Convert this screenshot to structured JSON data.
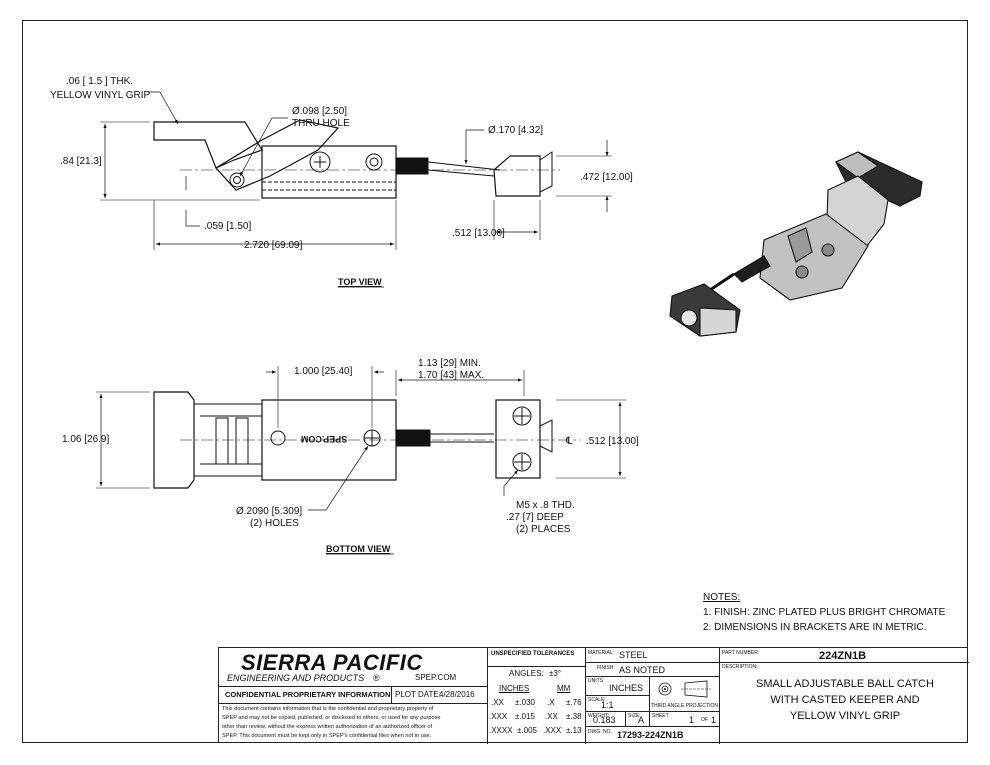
{
  "top_view": {
    "title": "TOP VIEW",
    "grip_note_1": ".06 [ 1.5 ] THK.",
    "grip_note_2": "YELLOW VINYL GRIP",
    "hole_note_1": "Ø.098 [2.50]",
    "hole_note_2": "THRU HOLE",
    "dim_height": ".84 [21.3]",
    "dim_offset": ".059 [1.50]",
    "dim_length": "2.720 [69.09]",
    "dim_rod": "Ø.170 [4.32]",
    "dim_keeper_h": ".472 [12.00]",
    "dim_keeper_w": ".512 [13.00]"
  },
  "bottom_view": {
    "title": "BOTTOM VIEW",
    "dim_spacing": "1.000 [25.40]",
    "dim_min": "1.13 [29] MIN.",
    "dim_max": "1.70 [43] MAX.",
    "dim_width": "1.06 [26.9]",
    "centerline": "℄",
    "dim_keeper": ".512 [13.00]",
    "holes_1": "Ø.2090 [5.309]",
    "holes_2": "(2) HOLES",
    "thread_1": "M5 x .8 THD.",
    "thread_2": ".27 [7] DEEP",
    "thread_3": "(2) PLACES",
    "engraving": "SPEP.COM"
  },
  "notes": {
    "heading": "NOTES:",
    "items": [
      "1.  FINISH: ZINC PLATED PLUS BRIGHT CHROMATE",
      "2.  DIMENSIONS IN BRACKETS ARE IN METRIC."
    ]
  },
  "title_block": {
    "company": "SIERRA PACIFIC",
    "tagline": "ENGINEERING AND PRODUCTS",
    "registered": "®",
    "website": "SPEP.COM",
    "confidential_label": "CONFIDENTIAL PROPRIETARY INFORMATION",
    "plot_date_label": "PLOT DATE:",
    "plot_date": "4/28/2016",
    "disclaimer_1": "This document contains information that is the confidential and proprietary property of",
    "disclaimer_2": "SPEP and may not be copied, published, or disclosed to others, or used for any purpose",
    "disclaimer_3": "other than review, without the express written authorization of an authorized officer of",
    "disclaimer_4": "SPEP. This document must be kept only in SPEP's confidential files when not in use.",
    "tolerances_label": "UNSPECIFIED TOLERANCES",
    "angles_label": "ANGLES:",
    "angles_value": "±3°",
    "inches_hdr": "INCHES",
    "mm_hdr": "MM",
    "tol_rows": [
      {
        "in_fmt": ".XX",
        "in_tol": "±.030",
        "mm_fmt": ".X",
        "mm_tol": "±.76"
      },
      {
        "in_fmt": ".XXX",
        "in_tol": "±.015",
        "mm_fmt": ".XX",
        "mm_tol": "±.38"
      },
      {
        "in_fmt": ".XXXX",
        "in_tol": "±.005",
        "mm_fmt": ".XXX",
        "mm_tol": "±.13"
      }
    ],
    "material_label": "MATERIAL:",
    "material": "STEEL",
    "finish_label": "FINISH:",
    "finish": "AS NOTED",
    "units_label": "UNITS:",
    "units": "INCHES",
    "projection": "THIRD ANGLE PROJECTION",
    "scale_label": "SCALE:",
    "scale": "1:1",
    "weight_label": "WEIGHT:",
    "weight": "0.183",
    "size_label": "SIZE:",
    "size": "A",
    "sheet_label": "SHEET",
    "sheet": "1",
    "of_label": "OF",
    "sheet_total": "1",
    "dwg_label": "DWG. NO.",
    "dwg_no": "17293-224ZN1B",
    "part_number_label": "PART NUMBER:",
    "part_number": "224ZN1B",
    "description_label": "DESCRIPTION:",
    "description_1": "SMALL ADJUSTABLE BALL CATCH",
    "description_2": "WITH CASTED KEEPER AND",
    "description_3": "YELLOW VINYL GRIP"
  }
}
